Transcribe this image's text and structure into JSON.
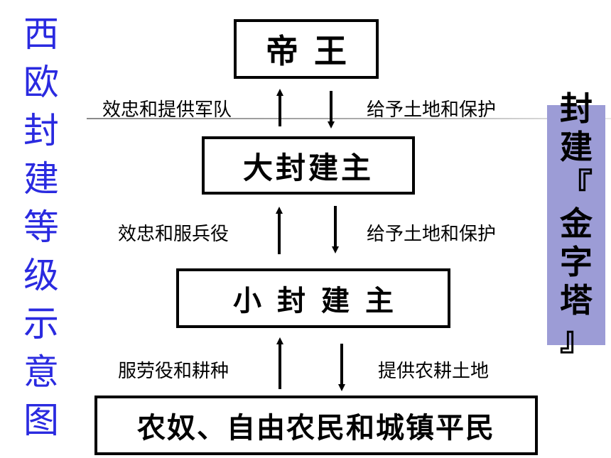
{
  "title_chars": [
    "西",
    "欧",
    "封",
    "建",
    "等",
    "级",
    "示",
    "意",
    "图"
  ],
  "side_chars": [
    "封",
    "建",
    "『",
    "金",
    "字",
    "塔",
    "』"
  ],
  "boxes": {
    "emperor": "帝王",
    "great_lord": "大封建主",
    "lesser_lord": "小封建主",
    "serfs": "农奴、自由农民和城镇平民"
  },
  "labels": {
    "up1": "效忠和提供军队",
    "down1": "给予土地和保护",
    "up2": "效忠和服兵役",
    "down2": "给予土地和保护",
    "up3": "服劳役和耕种",
    "down3": "提供农耕土地"
  },
  "colors": {
    "title": "#2a2ae0",
    "banner": "#9c9cd6"
  }
}
